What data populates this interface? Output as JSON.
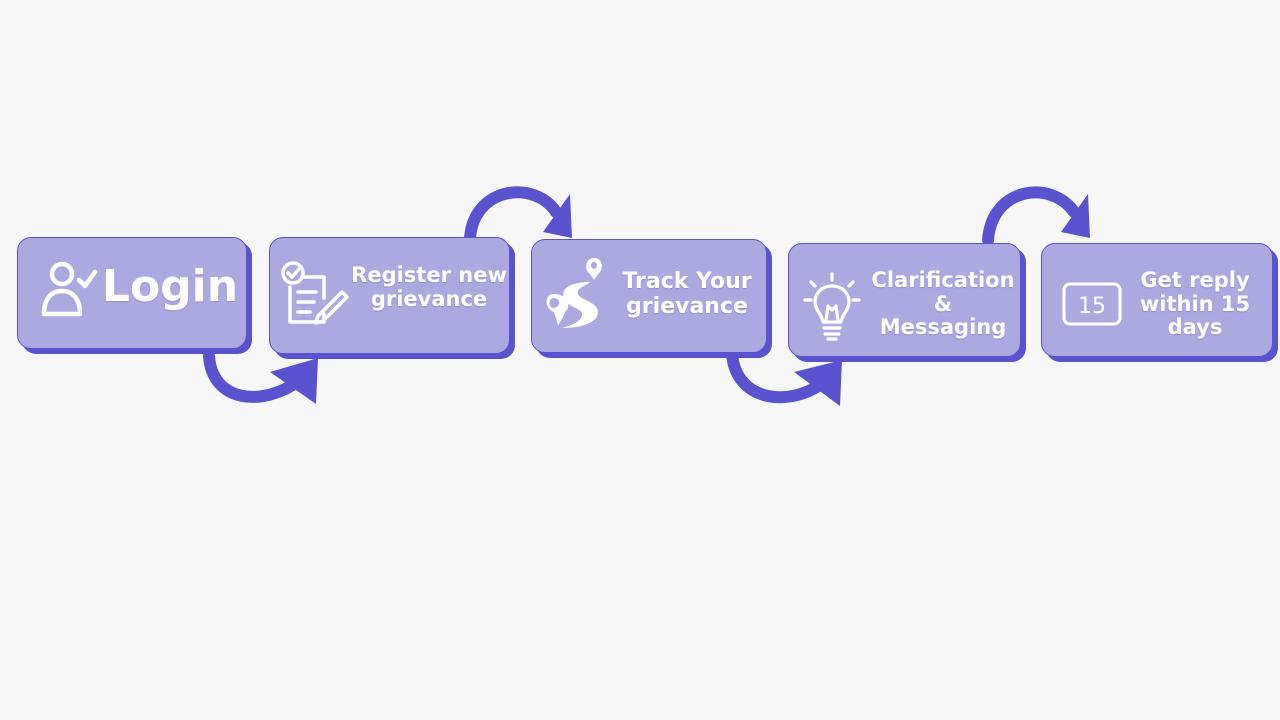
{
  "colors": {
    "background": "#f7f7f7",
    "card_fill": "#aca8e0",
    "card_edge": "#5a53cf",
    "arrow": "#5a53cf",
    "text": "#ffffff"
  },
  "steps": [
    {
      "label": "Login",
      "icon": "user-check-icon"
    },
    {
      "label": "Register new\ngrievance",
      "icon": "checklist-edit-icon"
    },
    {
      "label": "Track Your\ngrievance",
      "icon": "route-pin-icon"
    },
    {
      "label": "Clarification\n&\nMessaging",
      "icon": "lightbulb-icon"
    },
    {
      "label": "Get reply\nwithin 15\ndays",
      "icon": "calendar-icon",
      "icon_text": "15"
    }
  ]
}
